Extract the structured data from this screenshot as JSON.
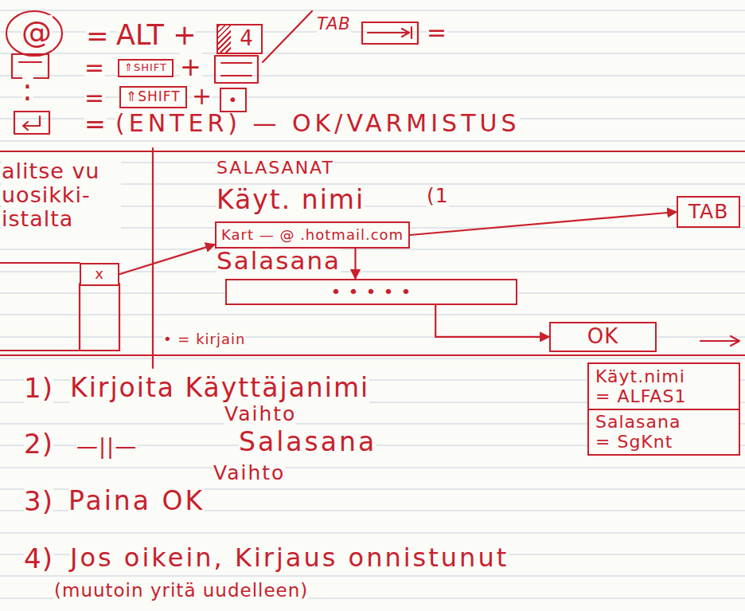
{
  "diagram": {
    "nodes": [
      {
        "text": [
          "4"
        ]
      },
      {
        "text": [
          "⇑SHIFT"
        ]
      },
      {
        "text": [
          "⇑SHIFT"
        ]
      },
      {
        "text": [
          "•"
        ]
      },
      {
        "text": [
          "x"
        ]
      },
      {
        "text": [
          "Kart — @ .hotmail.com"
        ]
      },
      {
        "text": [
          "TAB"
        ]
      },
      {
        "text": [
          "• • • • •"
        ]
      },
      {
        "text": [
          "OK"
        ]
      },
      {
        "text": [
          "Käyt.nimi",
          "= ALFAS1",
          "Salasana",
          "= SgKnt"
        ]
      }
    ],
    "edges": [
      {
        "from": 4,
        "to": 5,
        "arrow": "to"
      },
      {
        "from": 5,
        "to": 6,
        "arrow": "to"
      },
      {
        "from": 5,
        "to": 7,
        "arrow": "to"
      },
      {
        "from": 7,
        "to": 8,
        "arrow": "to"
      }
    ],
    "labels": [
      "@",
      "=",
      "ALT +",
      "TAB",
      "=",
      "=",
      "+",
      ":",
      "=",
      "+",
      "=",
      "(ENTER) — OK/VARMISTUS",
      "alitse vu uosikki- istalta",
      "SALASANAT",
      "Käyt. nimi",
      "(1",
      "Salasana",
      "• = kirjain",
      "1)",
      "Kirjoita Käyttäjanimi",
      "Vaihto",
      "2)",
      "—||—",
      "Salasana",
      "Vaihto",
      "3)",
      "Paina OK",
      "4)",
      "Jos oikein, Kirjaus onnistunut",
      "(muutoin yritä uudelleen)"
    ]
  }
}
